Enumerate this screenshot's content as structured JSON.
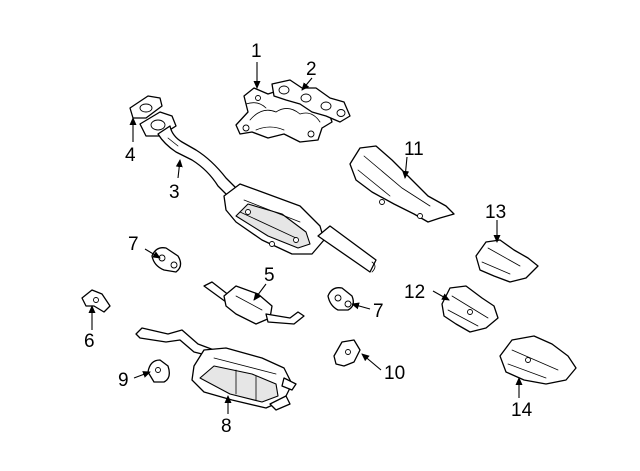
{
  "callouts": [
    {
      "id": "c1",
      "text": "1"
    },
    {
      "id": "c2",
      "text": "2"
    },
    {
      "id": "c3",
      "text": "3"
    },
    {
      "id": "c4",
      "text": "4"
    },
    {
      "id": "c5",
      "text": "5"
    },
    {
      "id": "c6",
      "text": "6"
    },
    {
      "id": "c7a",
      "text": "7"
    },
    {
      "id": "c7b",
      "text": "7"
    },
    {
      "id": "c8",
      "text": "8"
    },
    {
      "id": "c9",
      "text": "9"
    },
    {
      "id": "c10",
      "text": "10"
    },
    {
      "id": "c11",
      "text": "11"
    },
    {
      "id": "c12",
      "text": "12"
    },
    {
      "id": "c13",
      "text": "13"
    },
    {
      "id": "c14",
      "text": "14"
    }
  ]
}
